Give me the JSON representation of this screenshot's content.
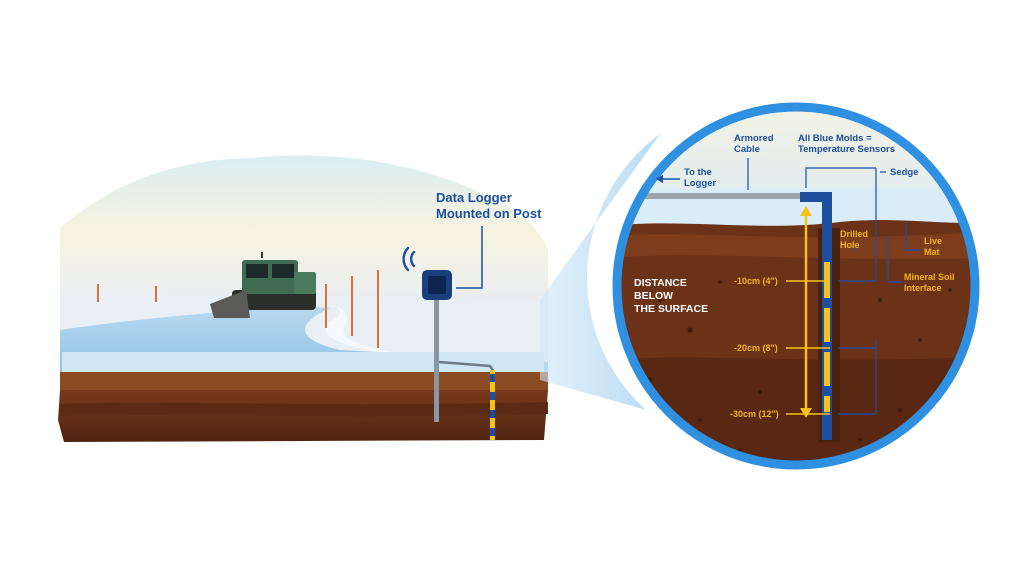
{
  "scene": {
    "logger_label": [
      "Data Logger",
      "Mounted on Post"
    ]
  },
  "inset": {
    "armored_cable": [
      "Armored",
      "Cable"
    ],
    "blue_molds": [
      "All Blue Molds =",
      "Temperature Sensors"
    ],
    "to_logger": [
      "To the",
      "Logger"
    ],
    "sedge": "Sedge",
    "drilled_hole": [
      "Drilled",
      "Hole"
    ],
    "live_mat": [
      "Live",
      "Mat"
    ],
    "mineral_soil": [
      "Mineral Soil",
      "Interface"
    ],
    "distance": [
      "DISTANCE",
      "BELOW",
      "THE SURFACE"
    ],
    "depths": [
      "-10cm (4\")",
      "-20cm (8\")",
      "-30cm (12\")"
    ]
  },
  "colors": {
    "label_blue": "#1d4f9e",
    "label_yellow": "#f3b51b",
    "frame_blue": "#2f8fe0",
    "soil": "#6b3218",
    "ice": "#d9ecf7"
  }
}
